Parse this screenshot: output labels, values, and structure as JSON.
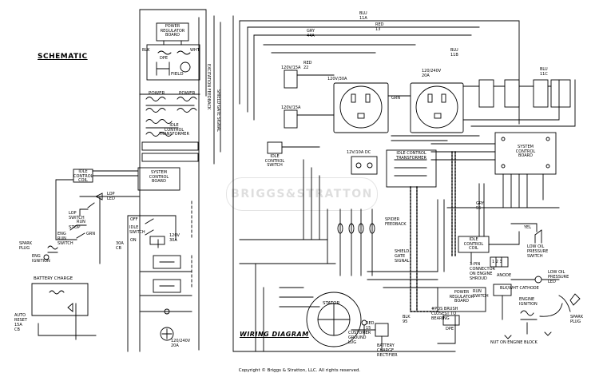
{
  "schematic_title": "SCHEMATIC",
  "wiring_title": "WIRING DIAGRAM",
  "watermark": "BRIGGS&STRATTON",
  "copyright": "Copyright © Briggs & Stratton, LLC. All rights reserved.",
  "schematic": {
    "power_regulator_board": "POWER\nREGULATOR\nBOARD",
    "field": "FIELD",
    "dpe": "DPE",
    "blk": "BLK",
    "wht": "WHT",
    "power1": "POWER",
    "power2": "POWER",
    "idle_control_transformer": "IDLE\nCONTROL\nTRANSFORMER",
    "system_control_board": "SYSTEM\nCONTROL\nBOARD",
    "idle_control_coil": "IDLE\nCONTROL\nCOIL",
    "lop_led": "LOP\nLED",
    "lop_switch": "LOP\nSWITCH",
    "run": "RUN",
    "stop": "STOP",
    "eng_run_switch": "ENG\nRUN\nSWITCH",
    "spark_plug": "SPARK\nPLUG",
    "eng_ignition": "ENG\nIGNITION",
    "battery_charge": "BATTERY CHARGE",
    "auto_reset_cb": "AUTO\nRESET\n15A\nCB",
    "off": "OFF",
    "idle_switch": "IDLE\nSWITCH",
    "on": "ON",
    "v120_30a": "120V\n30A",
    "cb_30a": "30A\nCB",
    "v120_240v_20a": "120/240V\n20A",
    "grn": "GRN",
    "vertical_text": "SHIELD GATE SIGNAL",
    "vertical_text2": "EXCITATION FEEDBACK"
  },
  "wiring": {
    "labels": {
      "blu_top": "BLU\n11A",
      "red_13": "RED\n13",
      "gry_44a": "GRY\n44A",
      "red_22": "RED\n22",
      "blu_11b": "BLU\n11B",
      "v120_15a": "120V/15A",
      "v120_30a": "120V/30A",
      "v120_240v_20a": "120/240V\n20A",
      "v120_15a_2": "120V/15A",
      "grn": "GRN",
      "v12_10a_dc": "12V/10A DC",
      "idle_control_switch": "IDLE\nCONTROL\nSWITCH",
      "idle_control_transformer": "IDLE CONTROL\nTRANSFORMER",
      "system_control_board": "SYSTEM\nCONTROL\nBOARD",
      "spider_feedback": "SPIDER\nFEEDBACK",
      "idle_control_coil": "IDLE\nCONTROL\nCOIL",
      "low_oil_pressure_switch": "LOW OIL\nPRESSURE\nSWITCH",
      "shield_gate_signal": "SHIELD\nGATE\nSIGNAL",
      "three_pin_connector": "3-PIN\nCONNECTOR\nON ENGINE\nSHROUD",
      "power_regulator_board": "POWER\nREGULATOR\nBOARD",
      "stator": "STATOR",
      "dpe": "DPE",
      "pos_brush": "#POS BRUSH\nCLOSEST TO\nBEARING",
      "customer_ground_lug": "CUSTOMER\nGROUND\nLUG",
      "battery_charge_rectifier": "BATTERY\nCHARGE\nRECTIFIER",
      "run_switch": "RUN\nSWITCH",
      "anode": "ANODE",
      "blk_wht_cathode": "BLK/WHT CATHODE",
      "low_oil_pressure_led": "LOW OIL\nPRESSURE\nLED",
      "engine_ignition": "ENGINE\nIGNITION",
      "nut_on_engine_block": "NUT ON ENGINE BLOCK",
      "spark_plug": "SPARK\nPLUG",
      "yel": "YEL",
      "gry_55": "GRY\n55",
      "red_15": "RED\n15",
      "blk_95": "BLK\n95",
      "blu_11c": "BLU\n11C",
      "pin_nums": "1 2 3"
    }
  }
}
